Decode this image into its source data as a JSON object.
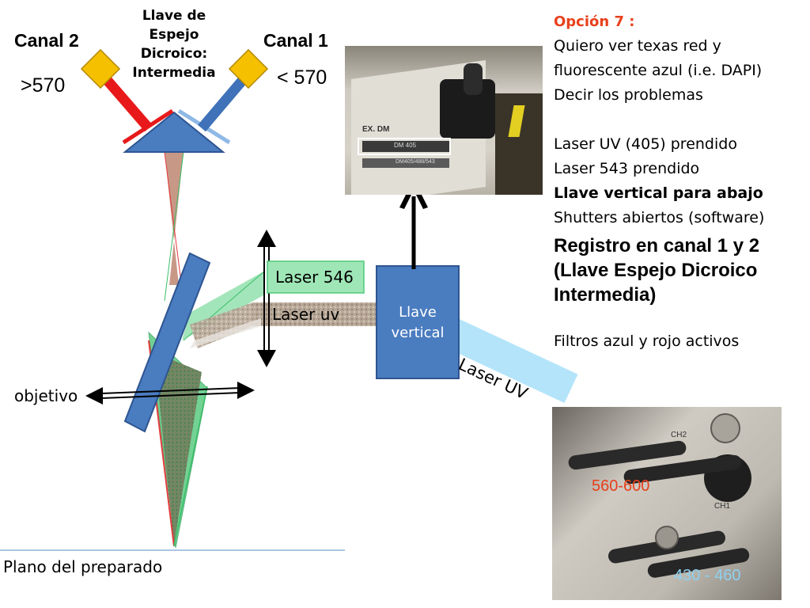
{
  "diagram": {
    "top_label": [
      "Llave de",
      "Espejo",
      "Dicroico:",
      "Intermedia"
    ],
    "canal2_label": "Canal 2",
    "canal2_value": ">570",
    "canal1_label": "Canal 1",
    "canal1_value": "< 570",
    "laser546_label": "Laser 546",
    "laseruv_label": "Laser uv",
    "llave_vertical_label": [
      "Llave",
      "vertical"
    ],
    "laser_uv_label": "Laser UV",
    "objetivo_label": "objetivo",
    "plano_label": "Plano del preparado"
  },
  "panel": {
    "heading": "Opción 7 :",
    "lines": [
      "Quiero ver texas red y",
      "fluorescente azul (i.e. DAPI)",
      "Decir los problemas",
      "",
      "Laser UV (405) prendido",
      "Laser 543 prendido"
    ],
    "bold_line": "Llave vertical para abajo",
    "after_bold": "Shutters abiertos (software)",
    "big_bold": [
      "Registro en canal 1 y 2",
      "(Llave Espejo Dicroico",
      "Intermedia)"
    ],
    "footer": "Filtros azul y rojo activos"
  },
  "photo_bottom": {
    "label_red": "560-600",
    "label_blue": "430 - 460",
    "panel_ch2": "CH2",
    "panel_ch1": "CH1"
  },
  "photo_top": {
    "panel_text": "EX. DM",
    "switch_label": "DM 405",
    "sub_label": "DM405/488/543"
  },
  "colors": {
    "blue_fill": "#4a7cc0",
    "blue_stroke": "#2e5591",
    "red": "#e8191a",
    "green": "#4fc87a",
    "light_green": "#9fe6b6",
    "yellow": "#f5c000",
    "light_blue": "#b4e4fa",
    "red_label": "#e8401c",
    "blue_label": "#8fd0f0",
    "heading_orange": "#e8401c"
  }
}
